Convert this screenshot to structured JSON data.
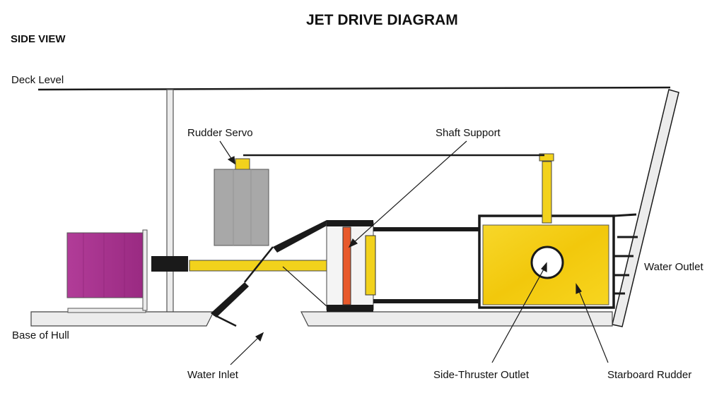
{
  "diagram": {
    "title": "JET DRIVE DIAGRAM",
    "view_label": "SIDE VIEW",
    "labels": {
      "deck_level": "Deck Level",
      "base_of_hull": "Base of Hull",
      "rudder_servo": "Rudder Servo",
      "shaft_support": "Shaft Support",
      "water_outlet": "Water Outlet",
      "water_inlet": "Water Inlet",
      "side_thruster_outlet": "Side-Thruster Outlet",
      "starboard_rudder": "Starboard Rudder"
    },
    "colors": {
      "motor": "#a8328f",
      "servo": "#a8a8a8",
      "shaft": "#f2d21c",
      "rudder": "#f5cf10",
      "shaft_support": "#e8592b",
      "hull": "#ececec",
      "outline": "#1a1a1a"
    }
  }
}
